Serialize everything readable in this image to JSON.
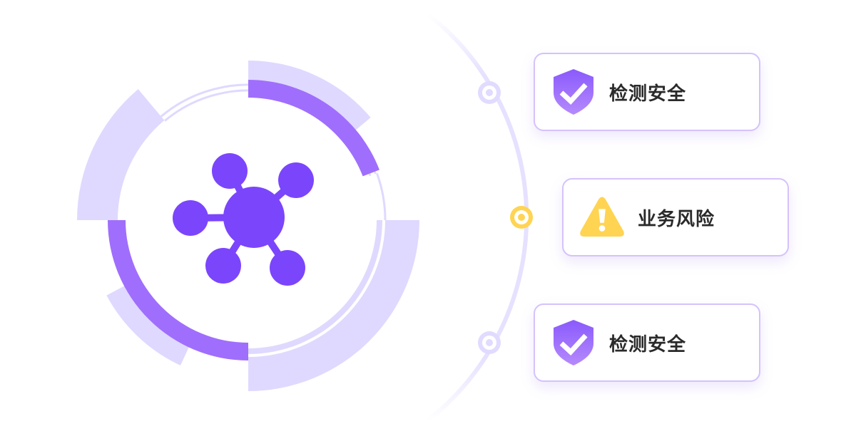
{
  "colors": {
    "accent": "#7b45fc",
    "accent_light": "#a06efc",
    "ring_light": "#dfd9ff",
    "warning": "#ffd452",
    "border": "#d5c2fb"
  },
  "center_icon": "network-hub-icon",
  "items": [
    {
      "label": "检测安全",
      "icon": "shield-check-icon",
      "status": "safe"
    },
    {
      "label": "业务风险",
      "icon": "warning-triangle-icon",
      "status": "risk"
    },
    {
      "label": "检测安全",
      "icon": "shield-check-icon",
      "status": "safe"
    }
  ]
}
